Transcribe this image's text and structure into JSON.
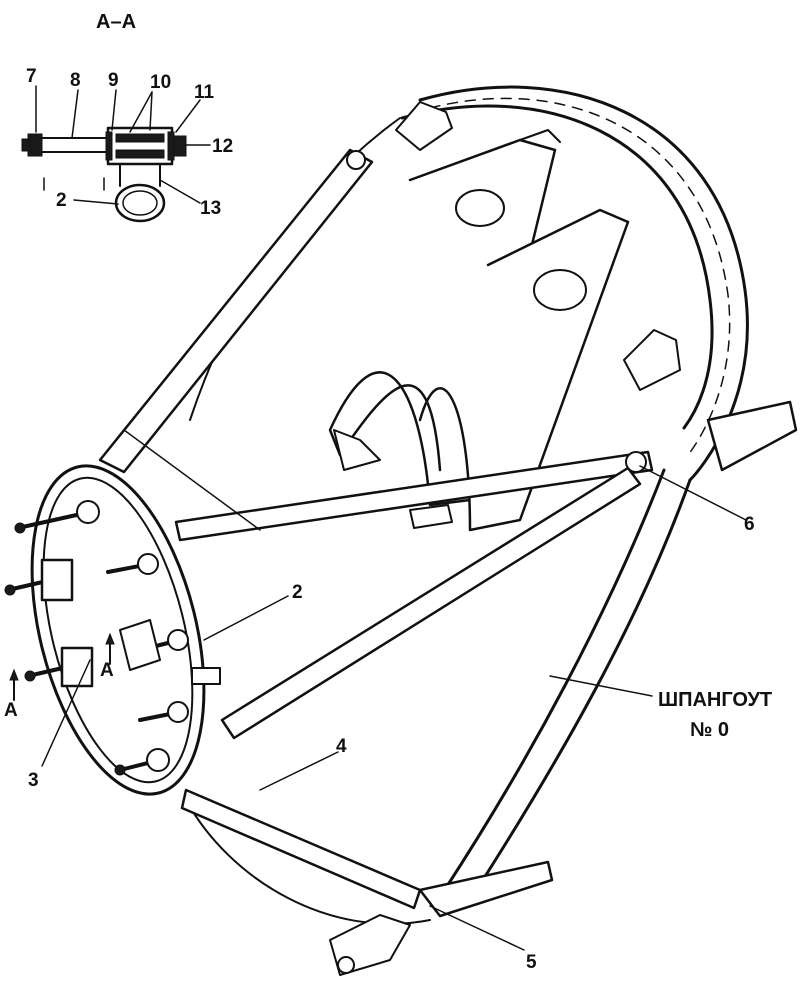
{
  "diagram": {
    "section_title": "A–A",
    "frame_label_line1": "ШПАНГОУТ",
    "frame_label_line2": "№ 0",
    "section_marker": "A",
    "callouts": [
      "2",
      "3",
      "4",
      "5",
      "6",
      "7",
      "8",
      "9",
      "10",
      "11",
      "12",
      "13",
      "2"
    ]
  },
  "colors": {
    "ink": "#111111",
    "paper": "#ffffff"
  }
}
